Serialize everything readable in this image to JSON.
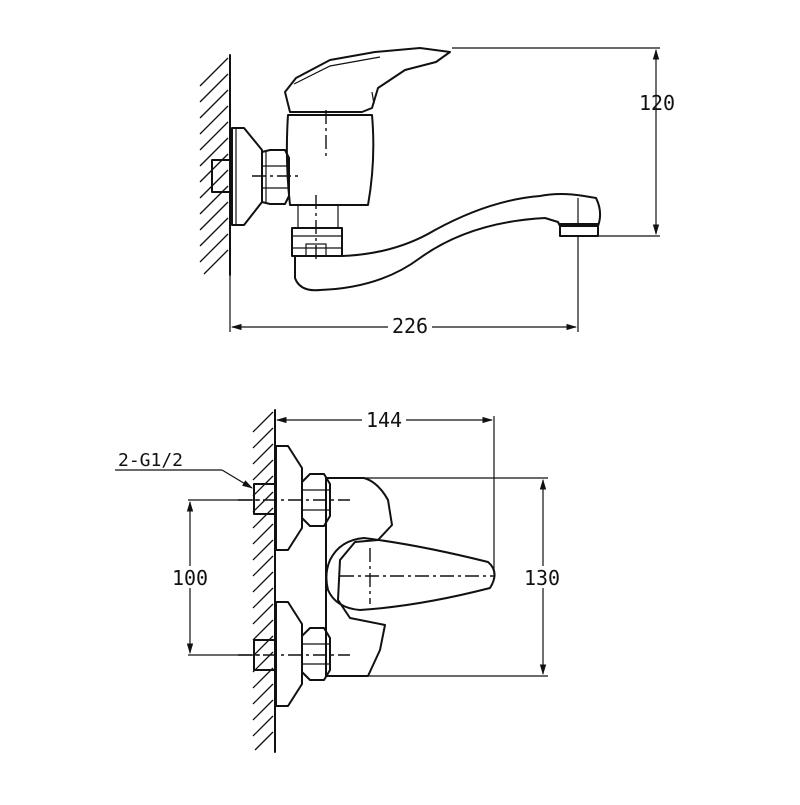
{
  "colors": {
    "line": "#111111",
    "background": "#ffffff"
  },
  "side_view": {
    "dim_height": "120",
    "dim_length": "226"
  },
  "front_view": {
    "dim_width": "144",
    "dim_inlet_spacing": "100",
    "dim_height": "130",
    "connection_label": "2-G1/2"
  }
}
